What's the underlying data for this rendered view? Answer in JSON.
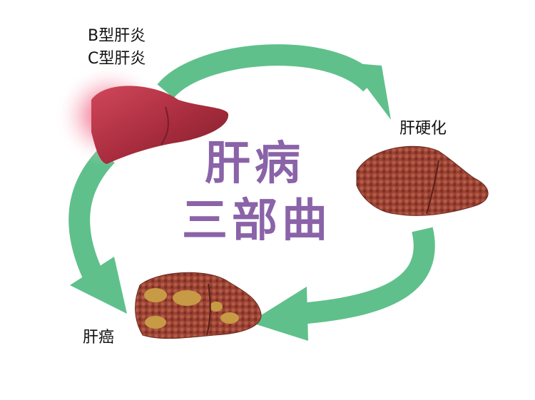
{
  "title": {
    "line1": "肝病",
    "line2": "三部曲"
  },
  "stages": {
    "hepatitis_b": "B型肝炎",
    "hepatitis_c": "C型肝炎",
    "cirrhosis": "肝硬化",
    "cancer": "肝癌"
  },
  "colors": {
    "arrow": "#5fc08c",
    "title": "#8a63a8",
    "healthy_liver": "#b03040",
    "diseased_liver": "#8e3b30",
    "tumor": "#c79a45",
    "inflammation_glow": "#e8194f"
  },
  "icons": [
    "inflamed-liver-icon",
    "cirrhotic-liver-icon",
    "cancerous-liver-icon",
    "cycle-arrow-icon"
  ]
}
